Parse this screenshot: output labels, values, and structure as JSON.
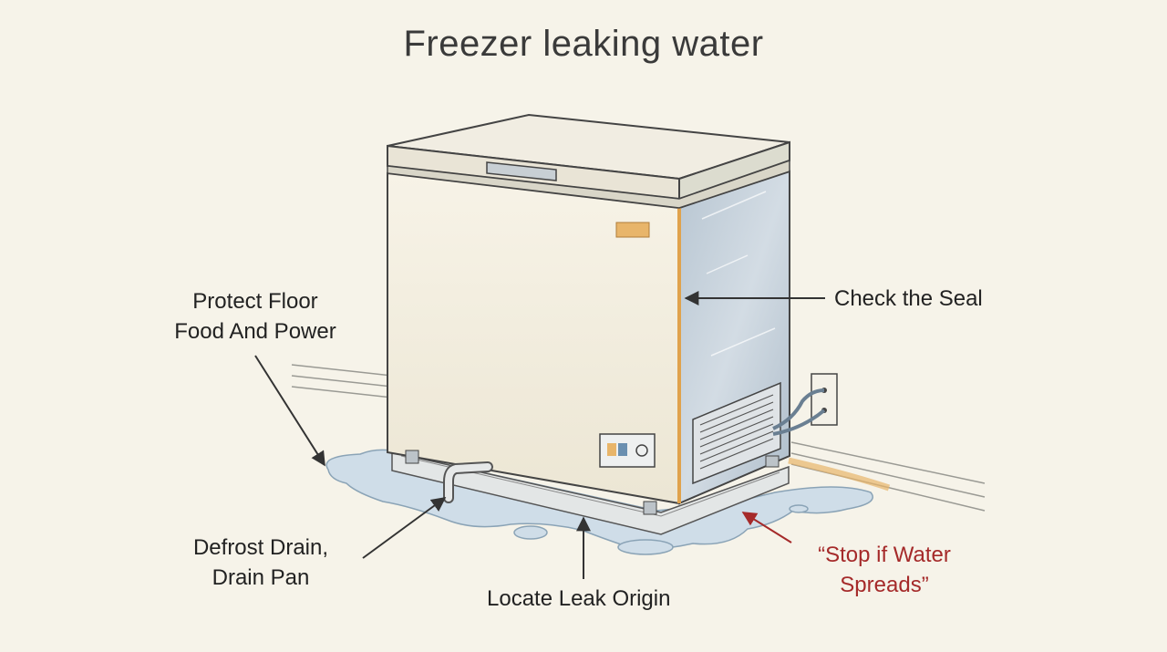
{
  "title": "Freezer leaking water",
  "labels": {
    "protect": {
      "line1": "Protect Floor",
      "line2": "Food And Power"
    },
    "seal": "Check the Seal",
    "drain": {
      "line1": "Defrost Drain,",
      "line2": "Drain Pan"
    },
    "origin": "Locate Leak Origin",
    "stop": {
      "line1": "“Stop if Water",
      "line2": "Spreads”"
    }
  },
  "colors": {
    "background": "#f6f3e9",
    "freezer_body": "#f3eee0",
    "freezer_side": "#c9d3dc",
    "water": "#cfdde8",
    "warning_text": "#a52a2a",
    "accent_orange": "#e8b56a"
  }
}
